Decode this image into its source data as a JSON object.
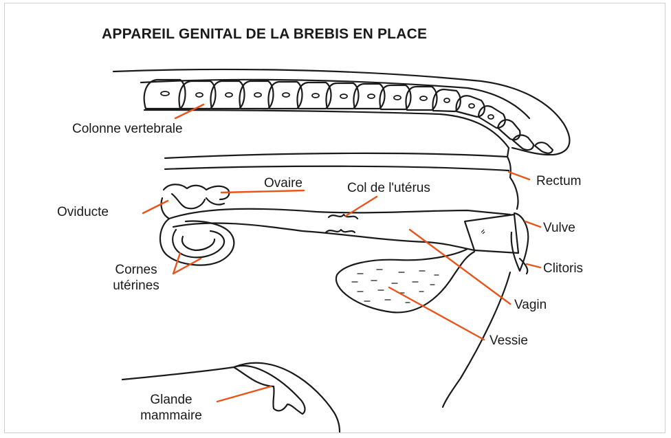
{
  "title": "APPAREIL GENITAL DE LA BREBIS EN PLACE",
  "labels": {
    "colonne": "Colonne vertebrale",
    "ovaire": "Ovaire",
    "col": "Col de l'utérus",
    "rectum": "Rectum",
    "oviducte": "Oviducte",
    "vulve": "Vulve",
    "cornes_1": "Cornes",
    "cornes_2": "utérines",
    "clitoris": "Clitoris",
    "vagin": "Vagin",
    "vessie": "Vessie",
    "glande_1": "Glande",
    "glande_2": "mammaire"
  },
  "colors": {
    "leader_line": "#e8541a",
    "ink": "#1a1a1a",
    "background": "#ffffff"
  }
}
